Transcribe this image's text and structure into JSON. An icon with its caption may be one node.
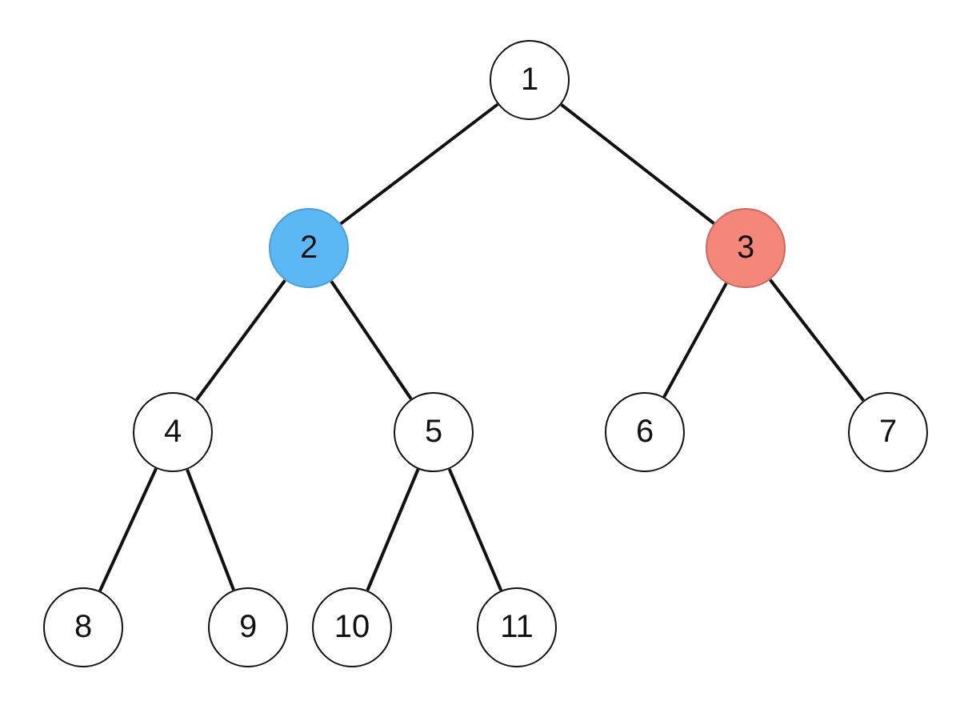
{
  "diagram": {
    "nodes": [
      {
        "text": [
          "1"
        ]
      },
      {
        "text": [
          "2"
        ]
      },
      {
        "text": [
          "3"
        ]
      },
      {
        "text": [
          "4"
        ]
      },
      {
        "text": [
          "5"
        ]
      },
      {
        "text": [
          "6"
        ]
      },
      {
        "text": [
          "7"
        ]
      },
      {
        "text": [
          "8"
        ]
      },
      {
        "text": [
          "9"
        ]
      },
      {
        "text": [
          "10"
        ]
      },
      {
        "text": [
          "11"
        ]
      }
    ],
    "edges": [
      {
        "from": 0,
        "to": 1,
        "arrow": "none"
      },
      {
        "from": 0,
        "to": 2,
        "arrow": "none"
      },
      {
        "from": 1,
        "to": 3,
        "arrow": "none"
      },
      {
        "from": 1,
        "to": 4,
        "arrow": "none"
      },
      {
        "from": 2,
        "to": 5,
        "arrow": "none"
      },
      {
        "from": 2,
        "to": 6,
        "arrow": "none"
      },
      {
        "from": 3,
        "to": 7,
        "arrow": "none"
      },
      {
        "from": 3,
        "to": 8,
        "arrow": "none"
      },
      {
        "from": 4,
        "to": 9,
        "arrow": "none"
      },
      {
        "from": 4,
        "to": 10,
        "arrow": "none"
      }
    ]
  }
}
